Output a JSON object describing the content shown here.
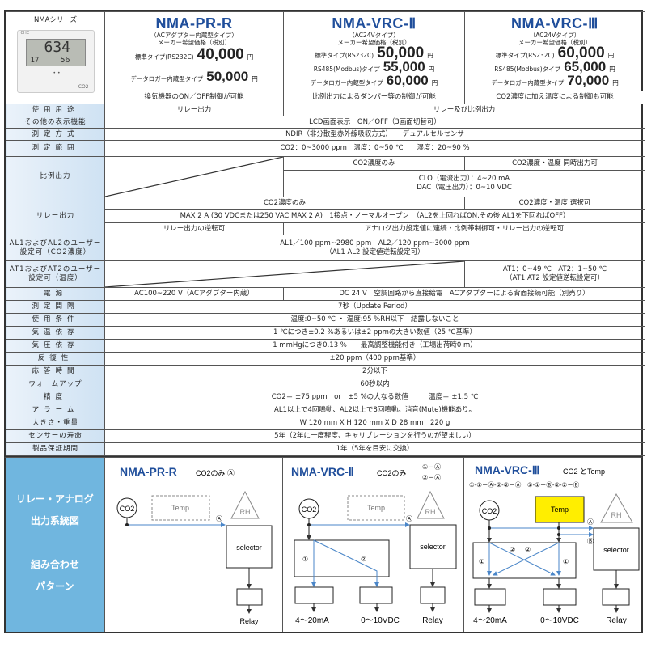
{
  "series_label": "NMAシリーズ",
  "device": {
    "co2": "634",
    "temp": "17",
    "hum": "56",
    "brand": "CHC",
    "co2_label": "CO2"
  },
  "models": [
    {
      "name": "NMA-PR-R",
      "type": "（ACアダプター内蔵型タイプ）",
      "price_label": "メーカー希望価格（税別）",
      "prices": [
        {
          "label": "標準タイプ(RS232C)",
          "value": "40,000",
          "unit": "円"
        },
        {
          "label": "データロガー内蔵型タイプ",
          "value": "50,000",
          "unit": "円"
        }
      ],
      "feature": "換気機器のON／OFF制御が可能"
    },
    {
      "name": "NMA-VRC-Ⅱ",
      "type": "（AC24Vタイプ）",
      "price_label": "メーカー希望価格（税別）",
      "prices": [
        {
          "label": "標準タイプ(RS232C)",
          "value": "50,000",
          "unit": "円"
        },
        {
          "label": "RS485(Modbus)タイプ",
          "value": "55,000",
          "unit": "円"
        },
        {
          "label": "データロガー内蔵型タイプ",
          "value": "60,000",
          "unit": "円"
        }
      ],
      "feature": "比例出力によるダンパー等の制御が可能"
    },
    {
      "name": "NMA-VRC-Ⅲ",
      "type": "（AC24Vタイプ）",
      "price_label": "メーカー希望価格（税別）",
      "prices": [
        {
          "label": "標準タイプ(RS232C)",
          "value": "60,000",
          "unit": "円"
        },
        {
          "label": "RS485(Modbus)タイプ",
          "value": "65,000",
          "unit": "円"
        },
        {
          "label": "データロガー内蔵型タイプ",
          "value": "70,000",
          "unit": "円"
        }
      ],
      "feature": "CO2濃度に加え温度による制御も可能"
    }
  ],
  "spec": {
    "use": {
      "label": "使用用途",
      "pr": "リレー出力",
      "vrc": "リレー及び比例出力"
    },
    "display": {
      "label": "その他の表示機能",
      "value": "LCD画面表示　ON／OFF（3画面切替可）"
    },
    "method": {
      "label": "測定方式",
      "value": "NDIR（非分散型赤外線吸収方式）　　デュアルセルセンサ"
    },
    "range": {
      "label": "測定範囲",
      "value": "CO2：0~3000 ppm　温度：0~50 ℃　　湿度：20~90 %"
    },
    "prop": {
      "label": "比例出力",
      "vrc2": "CO2濃度のみ",
      "vrc3": "CO2濃度・温度 同時出力可",
      "line1": "CLO（電流出力）：4~20 mA",
      "line2": "DAC（電圧出力）：0~10 VDC"
    },
    "relay": {
      "label": "リレー出力",
      "r1a": "CO2濃度のみ",
      "r1b": "CO2濃度・温度 選択可",
      "r2": "MAX 2 A (30 VDCまたは250 VAC MAX 2 A)　1接点・ノーマルオープン　（AL2を上回ればON,その後 AL1を下回ればOFF）",
      "r3a": "リレー出力の逆転可",
      "r3b": "アナログ出力設定値に連続・比例帯制御可・リレー出力の逆転可"
    },
    "al": {
      "label1": "AL1およびAL2のユーザー",
      "label2": "設定可（CO2濃度）",
      "line1": "AL1／100 ppm~2980 ppm　AL2／120 ppm~3000 ppm",
      "line2": "（AL1 AL2 設定値逆転設定可）"
    },
    "at": {
      "label1": "AT1およびAT2のユーザー",
      "label2": "設定可（温度）",
      "line1": "AT1：0~49 ℃　AT2：1~50 ℃",
      "line2": "（AT1 AT2 設定値逆転設定可）"
    },
    "power": {
      "label": "電源",
      "pr": "AC100~220 V（ACアダプター内蔵）",
      "vrc": "DC 24 V　空調回路から直接給電　ACアダプターによる背面接続可能（別売り）"
    },
    "rows": [
      {
        "label": "測定間隔",
        "value": "7秒（Update Period）"
      },
      {
        "label": "使用条件",
        "value": "温度:0~50 ℃ ・ 湿度:95 %RH以下　結露しないこと"
      },
      {
        "label": "気温依存",
        "value": "1 ℃につき±0.2 %あるいは±2 ppmの大きい数値（25 ℃基準）"
      },
      {
        "label": "気圧依存",
        "value": "1 mmHgにつき0.13 %　　最高調整機能付き（工場出荷時0 m）"
      },
      {
        "label": "反復性",
        "value": "±20 ppm（400 ppm基準）"
      },
      {
        "label": "応答時間",
        "value": "2分以下"
      },
      {
        "label": "ウォームアップ",
        "value": "60秒以内"
      },
      {
        "label": "精度",
        "value": "CO2＝ ±75 ppm　or　±5 %の大なる数値　　　温度＝ ±1.5 ℃"
      },
      {
        "label": "アラーム",
        "value": "AL1以上で4回鳴動、AL2以上で8回鳴動。消音(Mute)機能あり。"
      },
      {
        "label": "大きさ・重量",
        "value": "W 120 mm X H 120 mm X D 28 mm　220 g"
      },
      {
        "label": "センサーの寿命",
        "value": "5年（2年に一度程度、キャリブレーションを行うのが望ましい）"
      },
      {
        "label": "製品保証期間",
        "value": "1年（5年を目安に交換）"
      }
    ]
  },
  "diagram": {
    "side_label1": "リレー・アナログ",
    "side_label2": "出力系統図",
    "side_label3": "組み合わせ",
    "side_label4": "パターン",
    "pr": {
      "title": "NMA-PR-R",
      "sub": "CO2のみ Ⓐ"
    },
    "vrc2": {
      "title": "NMA-VRC-Ⅱ",
      "sub": "CO2のみ",
      "pat1": "①－Ⓐ",
      "pat2": "②－Ⓐ"
    },
    "vrc3": {
      "title": "NMA-VRC-Ⅲ",
      "sub": "CO2 とTemp",
      "pat": "①-①－Ⓐ-②-②－Ⓐ　①-①－Ⓑ-②-②－Ⓑ"
    },
    "co2": "CO2",
    "temp": "Temp",
    "rh": "RH",
    "selector": "selector",
    "relay": "Relay",
    "ma": "4～20mA",
    "vdc": "0～10VDC",
    "a": "Ⓐ",
    "b": "Ⓑ",
    "one": "①",
    "two": "②",
    "colors": {
      "line": "#4a86c8",
      "temp_fill": "#ffee00",
      "side": "#70b6df",
      "title": "#1f4e9b"
    }
  }
}
